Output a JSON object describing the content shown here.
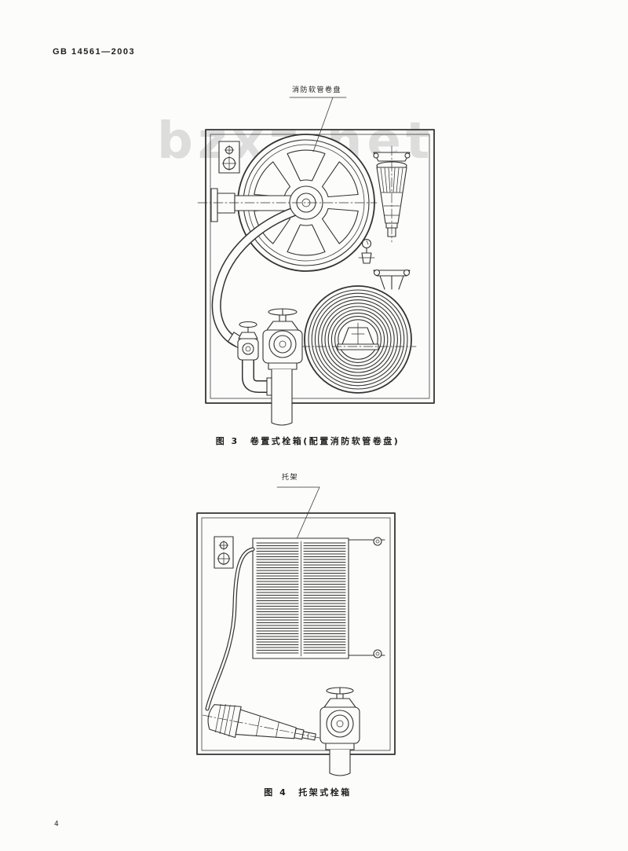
{
  "header": {
    "standard_number": "GB 14561—2003"
  },
  "watermark": "bzxz.net",
  "figures": [
    {
      "callout_label": "消防软管卷盘",
      "caption_number": "图 3",
      "caption_title": "卷置式栓箱(配置消防软管卷盘)"
    },
    {
      "callout_label": "托架",
      "caption_number": "图 4",
      "caption_title": "托架式栓箱"
    }
  ],
  "footer": {
    "page_number": "4"
  },
  "colors": {
    "ink": "#333333",
    "paper": "#fcfcfb",
    "watermark": "#dddddd"
  }
}
